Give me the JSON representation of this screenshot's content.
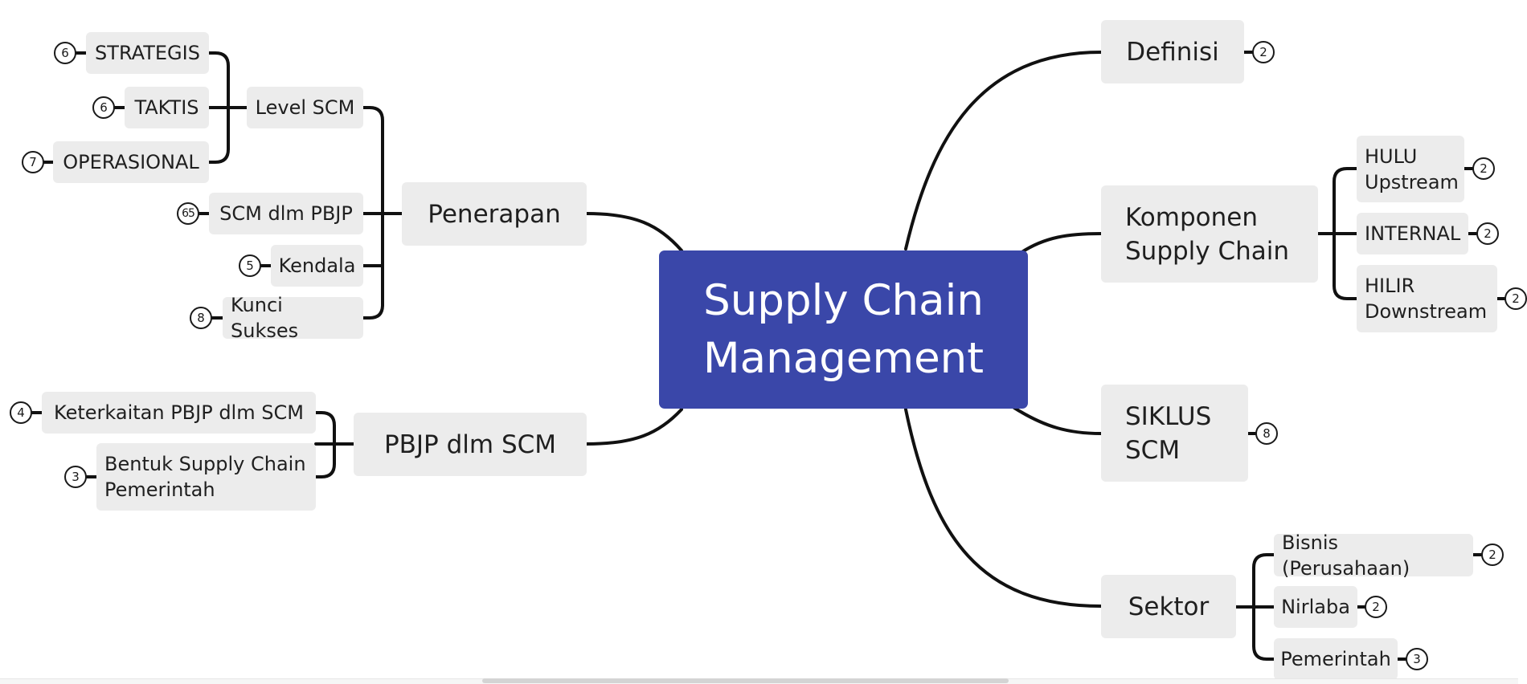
{
  "center": {
    "label": "Supply Chain\nManagement",
    "color": "#3a47a9"
  },
  "topics": {
    "definisi": {
      "label": "Definisi",
      "count": "2"
    },
    "komponen": {
      "label": "Komponen\nSupply Chain",
      "children": [
        {
          "label": "HULU\nUpstream",
          "count": "2"
        },
        {
          "label": "INTERNAL",
          "count": "2"
        },
        {
          "label": "HILIR\nDownstream",
          "count": "2"
        }
      ]
    },
    "siklus": {
      "label": "SIKLUS\nSCM",
      "count": "8"
    },
    "sektor": {
      "label": "Sektor",
      "children": [
        {
          "label": "Bisnis (Perusahaan)",
          "count": "2"
        },
        {
          "label": "Nirlaba",
          "count": "2"
        },
        {
          "label": "Pemerintah",
          "count": "3"
        }
      ]
    },
    "penerapan": {
      "label": "Penerapan",
      "children": [
        {
          "label": "Level SCM",
          "children": [
            {
              "label": "STRATEGIS",
              "count": "6"
            },
            {
              "label": "TAKTIS",
              "count": "6"
            },
            {
              "label": "OPERASIONAL",
              "count": "7"
            }
          ]
        },
        {
          "label": "SCM dlm PBJP",
          "count": "65"
        },
        {
          "label": "Kendala",
          "count": "5"
        },
        {
          "label": "Kunci Sukses",
          "count": "8"
        }
      ]
    },
    "pbjp": {
      "label": "PBJP dlm SCM",
      "children": [
        {
          "label": "Keterkaitan PBJP dlm SCM",
          "count": "4"
        },
        {
          "label": "Bentuk Supply Chain\nPemerintah",
          "count": "3"
        }
      ]
    }
  }
}
